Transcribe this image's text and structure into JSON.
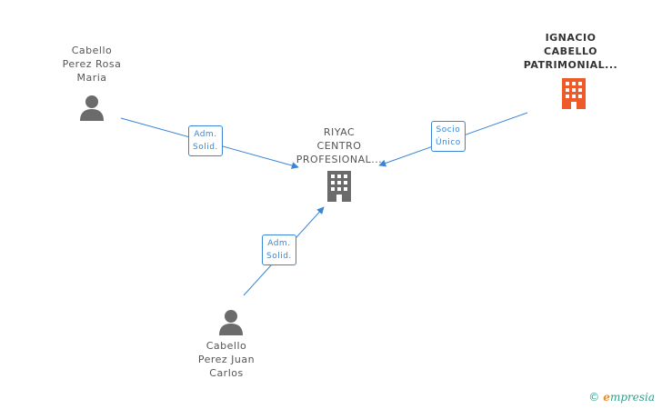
{
  "nodes": {
    "person1": {
      "lines": [
        "Cabello",
        "Perez Rosa",
        "Maria"
      ],
      "icon": "person-icon"
    },
    "company_center": {
      "lines": [
        "RIYAC",
        "CENTRO",
        "PROFESIONAL..."
      ],
      "icon": "building-icon"
    },
    "company_right": {
      "lines": [
        "IGNACIO",
        "CABELLO",
        "PATRIMONIAL..."
      ],
      "icon": "building-icon",
      "color": "#f05a28"
    },
    "person2": {
      "lines": [
        "Cabello",
        "Perez Juan",
        "Carlos"
      ],
      "icon": "person-icon"
    }
  },
  "edges": {
    "e1": {
      "lines": [
        "Adm.",
        "Solid."
      ]
    },
    "e2": {
      "lines": [
        "Socio",
        "Único"
      ]
    },
    "e3": {
      "lines": [
        "Adm.",
        "Solid."
      ]
    }
  },
  "colors": {
    "edge": "#3a85d6",
    "person": "#6b6b6b",
    "building": "#6b6b6b",
    "highlight": "#f05a28"
  },
  "brand": {
    "copyright": "©",
    "name_initial": "e",
    "name_rest": "mpresia"
  }
}
